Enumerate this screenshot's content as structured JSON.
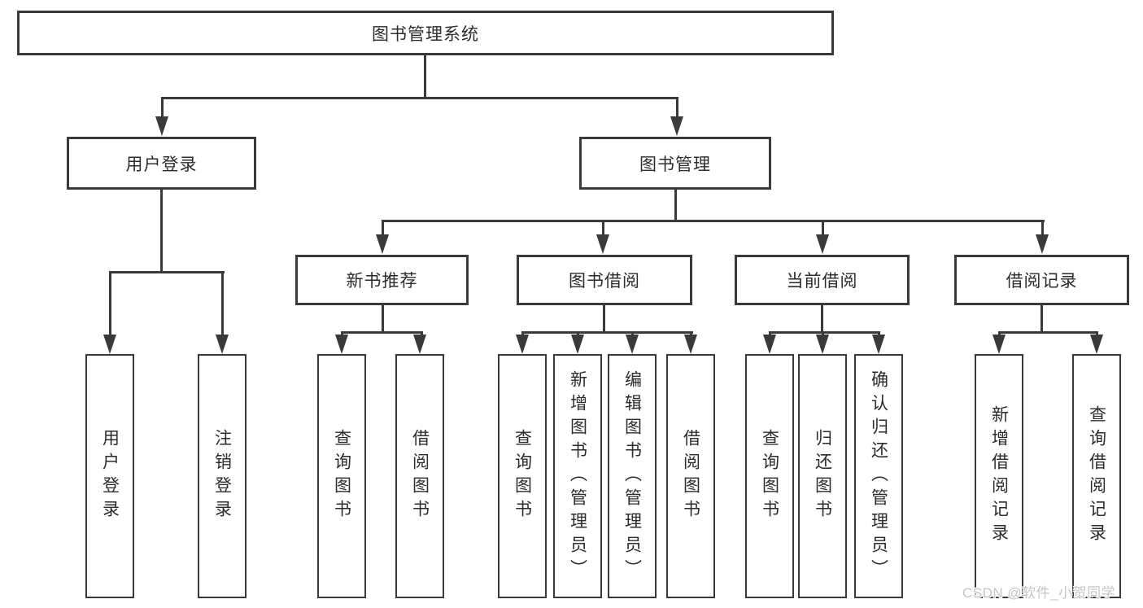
{
  "diagram": {
    "root": {
      "label": "图书管理系统"
    },
    "level2": {
      "user_login": {
        "label": "用户登录"
      },
      "book_mgmt": {
        "label": "图书管理"
      }
    },
    "level3": {
      "new_book": {
        "label": "新书推荐"
      },
      "book_borrow": {
        "label": "图书借阅"
      },
      "current_borrow": {
        "label": "当前借阅"
      },
      "borrow_records": {
        "label": "借阅记录"
      }
    },
    "leaves": {
      "user_login": [
        "用户登录",
        "注销登录"
      ],
      "new_book": [
        "查询图书",
        "借阅图书"
      ],
      "book_borrow": [
        "查询图书",
        "新增图书（管理员）",
        "编辑图书（管理员）",
        "借阅图书"
      ],
      "current_borrow": [
        "查询图书",
        "归还图书",
        "确认归还（管理员）"
      ],
      "borrow_records": [
        "新增借阅记录",
        "查询借阅记录"
      ]
    }
  },
  "watermark": "CSDN @软件_小贺同学",
  "colors": {
    "line": "#3a3a3a",
    "text": "#2b2b2b",
    "background": "#ffffff",
    "watermark": "#c3c6ca"
  }
}
